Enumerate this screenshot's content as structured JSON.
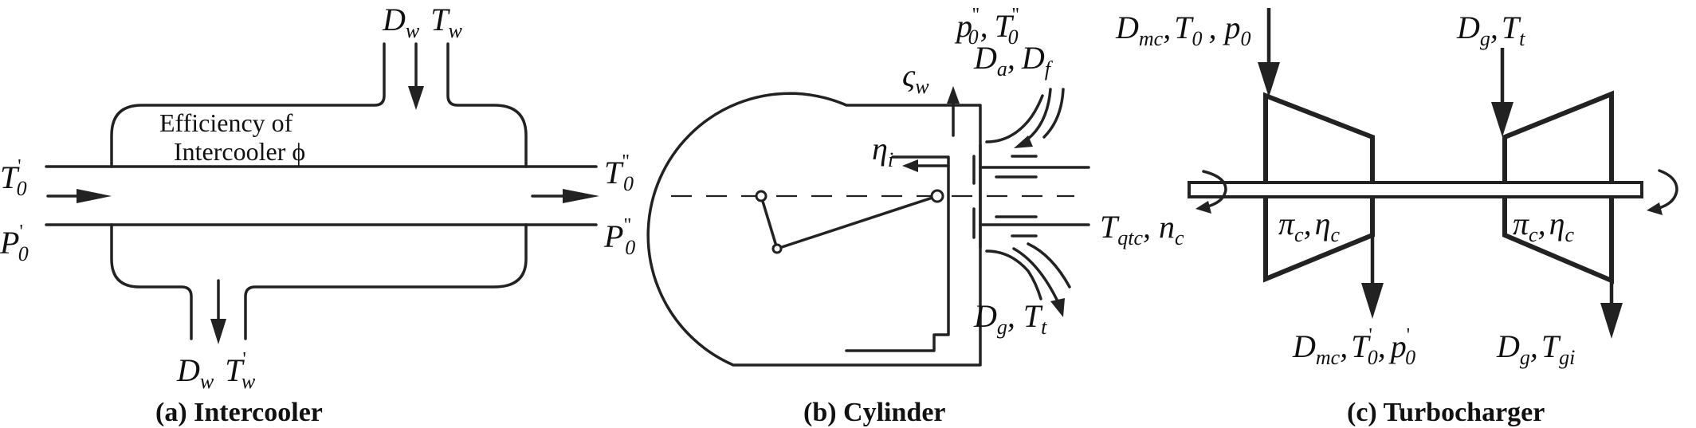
{
  "intercooler": {
    "note_line1": "Efficiency of",
    "note_line2": "Intercooler ϕ",
    "caption": "(a) Intercooler",
    "water_in": {
      "var1": "D",
      "sub1": "w",
      "var2": "T",
      "sub2": "w"
    },
    "water_out": {
      "var1": "D",
      "sub1": "w",
      "var2": "T",
      "sub2": "w",
      "sup2": "'"
    },
    "left_top": {
      "var": "T",
      "sub": "0",
      "sup": "'"
    },
    "left_bottom": {
      "var": "P",
      "sub": "0",
      "sup": "'"
    },
    "right_top": {
      "var": "T",
      "sub": "0",
      "sup": "\""
    },
    "right_bottom": {
      "var": "P",
      "sub": "0",
      "sup": "\""
    }
  },
  "cylinder": {
    "caption": "(b) Cylinder",
    "intake_line1": {
      "var1": "p",
      "sub1": "0",
      "sup1": "''",
      "var2": "T",
      "sub2": "0",
      "sup2": "''"
    },
    "intake_line2": {
      "var1": "D",
      "sub1": "a",
      "var2": "D",
      "sub2": "f"
    },
    "heat_loss": {
      "var": "ς",
      "sub": "w"
    },
    "efficiency": {
      "var": "η",
      "sub": "i"
    },
    "exhaust": {
      "var1": "D",
      "sub1": "g",
      "var2": "T",
      "sub2": "t"
    }
  },
  "turbocharger": {
    "caption": "(c) Turbocharger",
    "compressor_in": {
      "var1": "D",
      "sub1": "mc",
      "var2": "T",
      "sub2": "0",
      "var3": "p",
      "sub3": "0"
    },
    "turbine_in": {
      "var1": "D",
      "sub1": "g",
      "var2": "T",
      "sub2": "t"
    },
    "torque": {
      "var1": "T",
      "sub1": "qtc",
      "var2": "n",
      "sub2": "c"
    },
    "compressor_param": {
      "var1": "π",
      "sub1": "c",
      "var2": "η",
      "sub2": "c"
    },
    "turbine_param": {
      "var1": "π",
      "sub1": "c",
      "var2": "η",
      "sub2": "c"
    },
    "compressor_out": {
      "var1": "D",
      "sub1": "mc",
      "var2": "T",
      "sub2": "0",
      "sup2": "'",
      "var3": "p",
      "sub3": "0",
      "sup3": "'"
    },
    "turbine_out": {
      "var1": "D",
      "sub1": "g",
      "var2": "T",
      "sub2": "gi"
    }
  }
}
